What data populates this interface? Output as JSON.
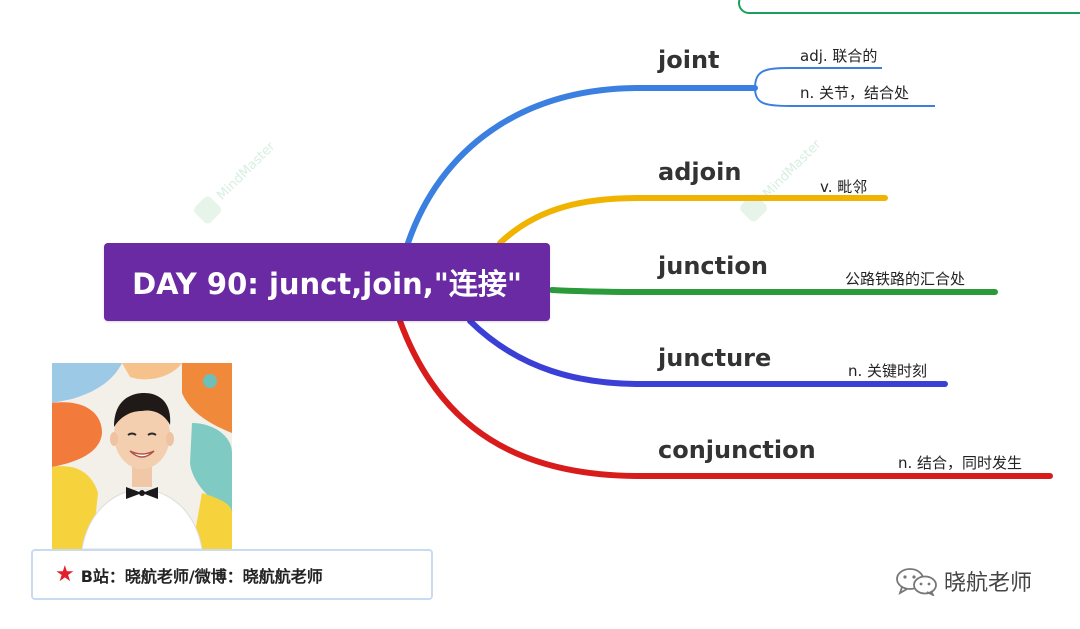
{
  "root": {
    "title": "DAY 90: junct,join,\"连接\"",
    "color": "#6a2aa3"
  },
  "branches": [
    {
      "word": "joint",
      "color": "#3b7fe0",
      "meanings": [
        "adj. 联合的",
        "n. 关节，结合处"
      ]
    },
    {
      "word": "adjoin",
      "color": "#f0b400",
      "meanings": [
        "v. 毗邻"
      ]
    },
    {
      "word": "junction",
      "color": "#2a9a3a",
      "meanings": [
        "公路铁路的汇合处"
      ]
    },
    {
      "word": "juncture",
      "color": "#3b3fd6",
      "meanings": [
        "n. 关键时刻"
      ]
    },
    {
      "word": "conjunction",
      "color": "#d81c1c",
      "meanings": [
        "n. 结合，同时发生"
      ]
    }
  ],
  "watermarks": [
    "MindMaster",
    "MindMaster"
  ],
  "caption": {
    "star_icon": "star-icon",
    "text": "B站：晓航老师/微博：晓航航老师"
  },
  "wechat": {
    "icon": "wechat-icon",
    "name": "晓航老师"
  },
  "photo": {
    "description_icon": "teacher-portrait"
  }
}
